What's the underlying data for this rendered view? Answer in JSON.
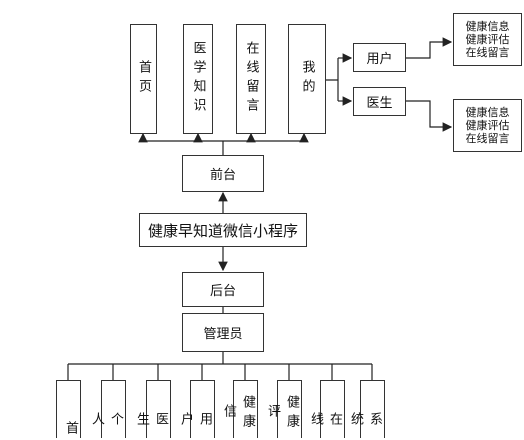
{
  "frontend_items": [
    "首页",
    "医学知识",
    "在线留言",
    "我的"
  ],
  "roles": {
    "user": "用户",
    "doctor": "医生"
  },
  "user_functions": [
    "健康信息",
    "健康评估",
    "在线留言"
  ],
  "doctor_functions": [
    "健康信息",
    "健康评估",
    "在线留言"
  ],
  "frontend": "前台",
  "center": "健康早知道微信小程序",
  "backend": "后台",
  "admin": "管理员",
  "backend_items": [
    "首",
    "个人",
    "医生",
    "用户",
    "健康信",
    "健康评",
    "在线",
    "系统"
  ]
}
